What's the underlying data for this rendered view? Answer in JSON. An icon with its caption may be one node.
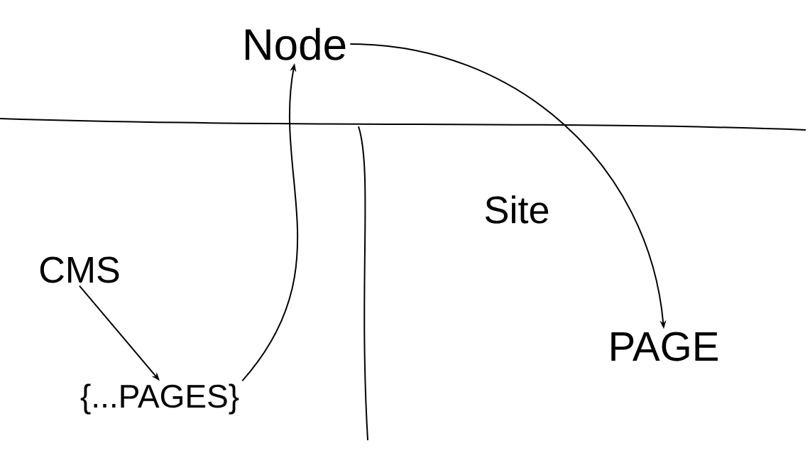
{
  "diagram": {
    "nodes": [
      {
        "text": [
          "Node"
        ]
      },
      {
        "text": [
          "CMS"
        ]
      },
      {
        "text": [
          "{...PAGES}"
        ]
      },
      {
        "text": [
          "PAGE"
        ]
      }
    ],
    "edges": [
      {
        "from": 1,
        "to": 2,
        "arrow": "to"
      },
      {
        "from": 2,
        "to": 0,
        "arrow": "to"
      },
      {
        "from": 0,
        "to": 3,
        "arrow": "to"
      }
    ],
    "labels": [
      "Site"
    ]
  }
}
